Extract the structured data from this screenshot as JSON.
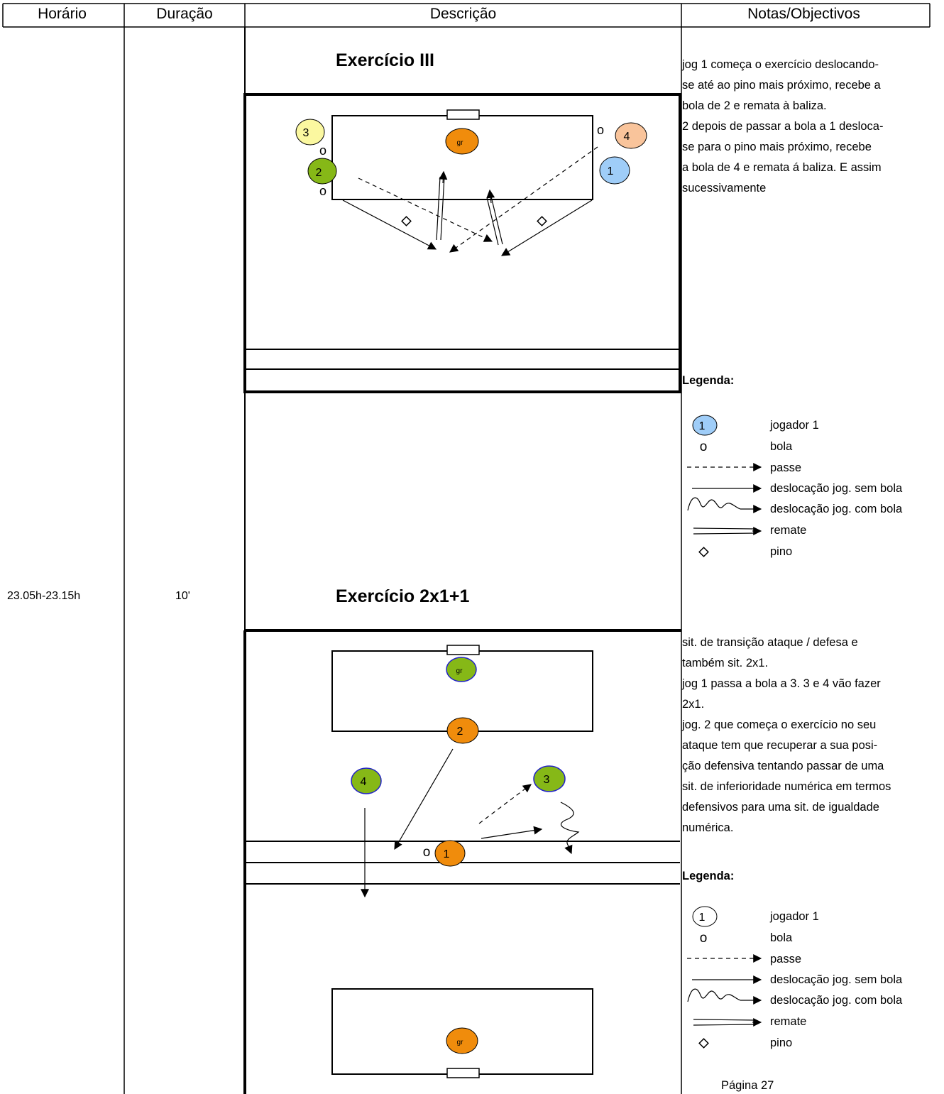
{
  "header": {
    "col_time": "Horário",
    "col_duration": "Duração",
    "col_description": "Descrição",
    "col_notes": "Notas/Objectivos"
  },
  "row": {
    "time": "23.05h-23.15h",
    "duration": "10'"
  },
  "exercise3": {
    "title": "Exercício III",
    "notes": [
      "jog 1 começa o exercício deslocando-",
      "se até ao pino mais próximo, recebe a",
      "bola de 2 e remata à baliza.",
      "2 depois de passar a bola a 1 desloca-",
      "se para o pino mais próximo, recebe",
      "a bola de 4 e remata á baliza. E assim",
      "sucessivamente"
    ],
    "players": {
      "p1": "1",
      "p2": "2",
      "p3": "3",
      "p4": "4",
      "gk": "gr"
    },
    "ball_marks": [
      "o",
      "o",
      "o"
    ],
    "colors": {
      "p1": "#9fcdf8",
      "p2": "#86b817",
      "p3": "#fbf8a0",
      "p4": "#f9c49b",
      "gk": "#f08c0c"
    }
  },
  "legend1": {
    "title": "Legenda:",
    "player_label": "1",
    "ball_symbol": "o",
    "items": [
      "jogador 1",
      "bola",
      "passe",
      "deslocação jog. sem bola",
      "deslocação jog. com bola",
      "remate",
      "pino"
    ]
  },
  "exercise2x1": {
    "title": "Exercício 2x1+1",
    "notes": [
      "sit. de transição ataque / defesa e",
      "também sit. 2x1.",
      "jog 1 passa a bola a 3. 3 e 4 vão fazer",
      "2x1.",
      "jog. 2 que começa o exercício no seu",
      "ataque tem que recuperar a sua posi-",
      "ção defensiva tentando passar de uma",
      "sit. de inferioridade numérica em termos",
      "defensivos para uma sit. de igualdade",
      "numérica."
    ],
    "players": {
      "p1": "1",
      "p2": "2",
      "p3": "3",
      "p4": "4",
      "gk_top": "gr",
      "gk_bottom": "gr"
    },
    "ball_mark": "o",
    "colors": {
      "team_orange": "#f08c0c",
      "team_green": "#86b817"
    }
  },
  "legend2": {
    "title": "Legenda:",
    "player_label": "1",
    "ball_symbol": "o",
    "items": [
      "jogador 1",
      "bola",
      "passe",
      "deslocação jog. sem bola",
      "deslocação jog. com bola",
      "remate",
      "pino"
    ]
  },
  "footer": {
    "page": "Página 27"
  }
}
